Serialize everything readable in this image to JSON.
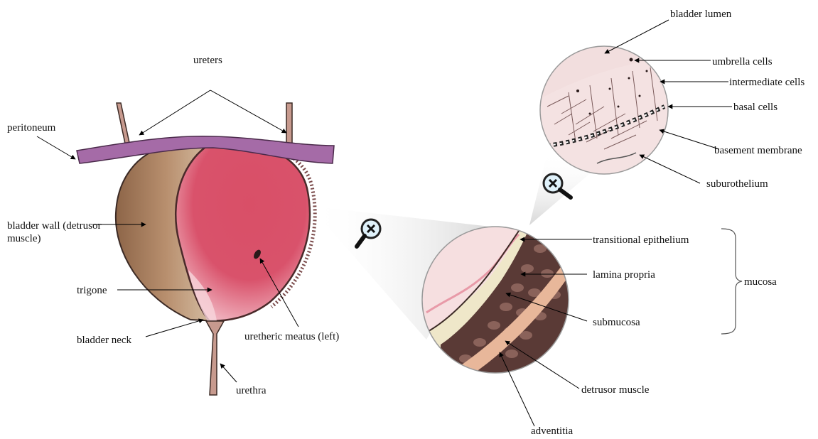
{
  "colors": {
    "bladder_pink": "#d9526b",
    "bladder_pink_light": "#f4c6cf",
    "bladder_outer": "#b38868",
    "peritoneum": "#a56ba7",
    "ureter": "#c79a8e",
    "muscle_dark": "#5a3a36",
    "label_text": "#111111",
    "line": "#000000"
  },
  "labels": {
    "ureters": "ureters",
    "peritoneum": "peritoneum",
    "bladder_wall": "bladder wall (detrusor muscle)",
    "trigone": "trigone",
    "bladder_neck": "bladder neck",
    "urethra": "urethra",
    "uretheric_meatus": "uretheric meatus (left)",
    "bladder_lumen": "bladder lumen",
    "umbrella_cells": "umbrella cells",
    "intermediate_cells": "intermediate cells",
    "basal_cells": "basal cells",
    "basement_membrane": "basement membrane",
    "suburothelium": "suburothelium",
    "transitional_epithelium": "transitional epithelium",
    "lamina_propria": "lamina propria",
    "submucosa": "submucosa",
    "mucosa": "mucosa",
    "detrusor_muscle": "detrusor muscle",
    "adventitia": "adventitia"
  },
  "icons": [
    "magnifier-zoom-icon",
    "magnifier-zoom-icon"
  ]
}
